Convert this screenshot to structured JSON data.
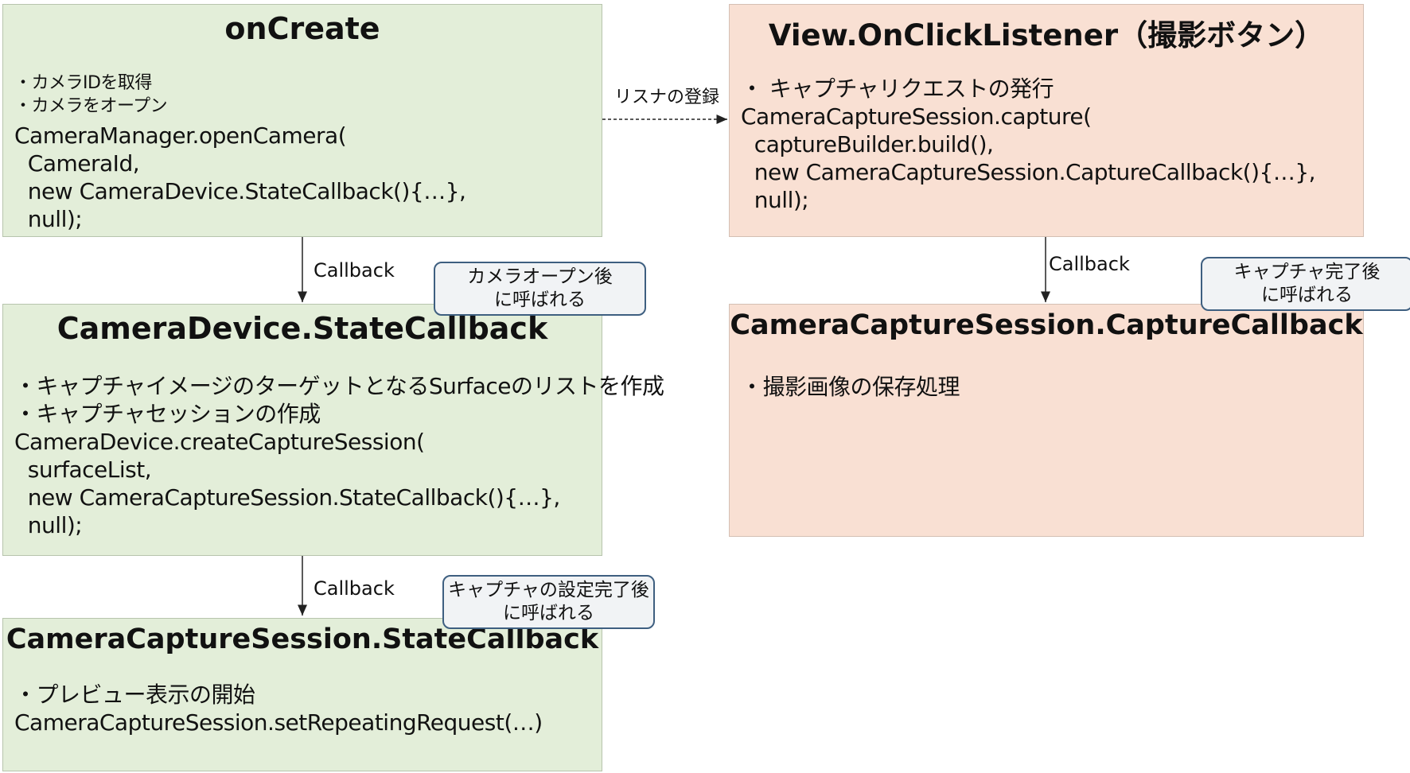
{
  "onCreate": {
    "title": "onCreate",
    "bullets": [
      "・カメラIDを取得",
      "・カメラをオープン"
    ],
    "code": "CameraManager.openCamera(\n  CameraId,\n  new CameraDevice.StateCallback(){…},\n  null);"
  },
  "onClick": {
    "title": "View.OnClickListener（撮影ボタン）",
    "body": "・ キャプチャリクエストの発行\nCameraCaptureSession.capture(\n  captureBuilder.build(),\n  new CameraCaptureSession.CaptureCallback(){…},\n  null);"
  },
  "stateCallback": {
    "title": "CameraDevice.StateCallback",
    "body": "・キャプチャイメージのターゲットとなるSurfaceのリストを作成\n・キャプチャセッションの作成\nCameraDevice.createCaptureSession(\n  surfaceList,\n  new CameraCaptureSession.StateCallback(){…},\n  null);"
  },
  "sessionStateCallback": {
    "title": "CameraCaptureSession.StateCallback",
    "body": "・プレビュー表示の開始\nCameraCaptureSession.setRepeatingRequest(…)"
  },
  "captureCallback": {
    "title": "CameraCaptureSession.CaptureCallback",
    "body": "・撮影画像の保存処理"
  },
  "connectors": {
    "listener_label": "リスナの登録",
    "callback1": "Callback",
    "callback2": "Callback",
    "callback3": "Callback"
  },
  "callouts": {
    "after_open": [
      "カメラオープン後",
      "に呼ばれる"
    ],
    "after_config": [
      "キャプチャの設定完了後",
      "に呼ばれる"
    ],
    "after_capture": [
      "キャプチャ完了後",
      "に呼ばれる"
    ]
  },
  "colors": {
    "green_box": "#e3eed9",
    "peach_box": "#f9e0d3",
    "callout_border": "#3e5f80",
    "callout_fill": "#f1f3f5"
  }
}
